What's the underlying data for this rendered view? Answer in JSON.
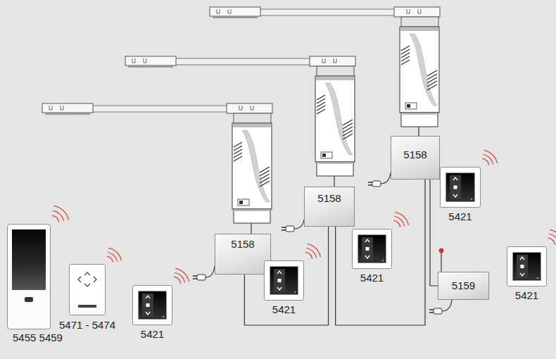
{
  "diagram": {
    "nodes": [
      {
        "text": [
          "5455 5459"
        ]
      },
      {
        "text": [
          "5471 - 5474"
        ]
      },
      {
        "text": [
          "5421"
        ]
      },
      {
        "text": [
          "5158"
        ]
      },
      {
        "text": [
          "5421"
        ]
      },
      {
        "text": [
          "5158"
        ]
      },
      {
        "text": [
          "5421"
        ]
      },
      {
        "text": [
          "5158"
        ]
      },
      {
        "text": [
          "5421"
        ]
      },
      {
        "text": [
          "5159"
        ]
      },
      {
        "text": [
          "5421"
        ]
      }
    ],
    "edges": [
      {
        "from": 3,
        "to": 5,
        "arrow": "none"
      },
      {
        "from": 5,
        "to": 7,
        "arrow": "none"
      },
      {
        "from": 7,
        "to": 9,
        "arrow": "none"
      }
    ]
  }
}
